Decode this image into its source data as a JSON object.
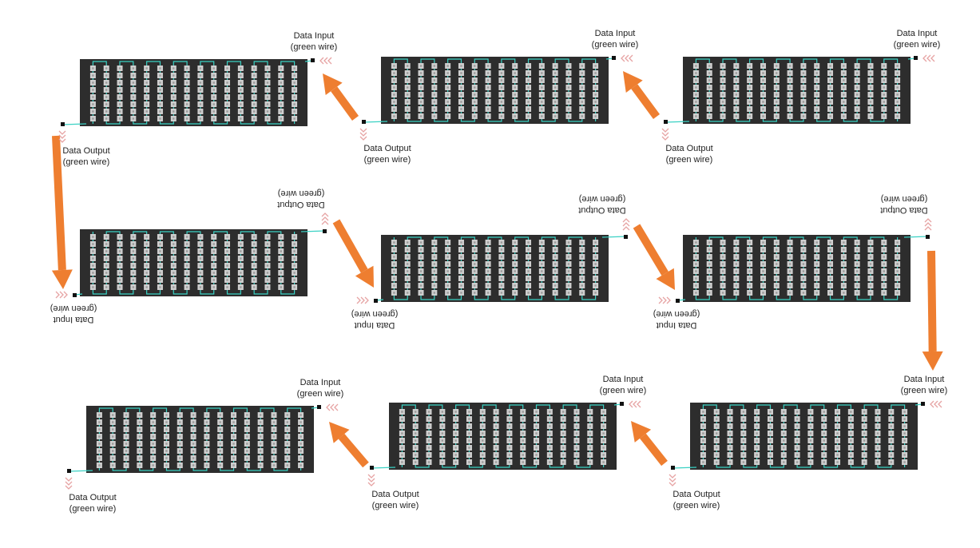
{
  "colors": {
    "panel": "#2d2d2d",
    "led": "#cfcfcf",
    "wire": "#3ad1c4",
    "arrow": "#ee7e30",
    "chevron": "#e6a3a3",
    "connector": "#111111"
  },
  "labels": {
    "data_input": "Data Input",
    "data_output": "Data Output",
    "green_wire": "(green wire)"
  },
  "panels": [
    {
      "id": "p1",
      "orientation": "upright",
      "led_columns": 16,
      "led_rows": 8
    },
    {
      "id": "p2",
      "orientation": "upright",
      "led_columns": 16,
      "led_rows": 8
    },
    {
      "id": "p3",
      "orientation": "upright",
      "led_columns": 16,
      "led_rows": 8
    },
    {
      "id": "p4",
      "orientation": "rotated-180",
      "led_columns": 16,
      "led_rows": 8
    },
    {
      "id": "p5",
      "orientation": "rotated-180",
      "led_columns": 16,
      "led_rows": 8
    },
    {
      "id": "p6",
      "orientation": "rotated-180",
      "led_columns": 16,
      "led_rows": 8
    },
    {
      "id": "p7",
      "orientation": "upright",
      "led_columns": 16,
      "led_rows": 8
    },
    {
      "id": "p8",
      "orientation": "upright",
      "led_columns": 16,
      "led_rows": 8
    },
    {
      "id": "p9",
      "orientation": "upright",
      "led_columns": 16,
      "led_rows": 8
    }
  ]
}
